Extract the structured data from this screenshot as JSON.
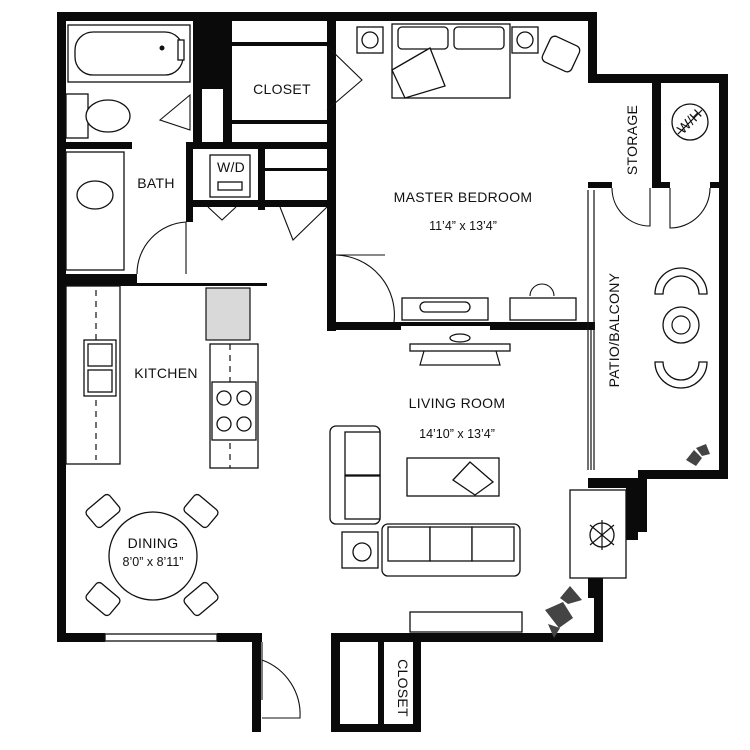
{
  "rooms": {
    "closet_top": "CLOSET",
    "master_bedroom": "MASTER BEDROOM",
    "master_bedroom_dim": "11’4” x 13’4”",
    "bath": "BATH",
    "wd": "W/D",
    "storage": "STORAGE",
    "wh": "W/H",
    "patio": "PATIO/BALCONY",
    "kitchen": "KITCHEN",
    "living_room": "LIVING ROOM",
    "living_room_dim": "14’10” x 13’4”",
    "dining": "DINING",
    "dining_dim": "8’0” x 8’11”",
    "closet_bottom": "CLOSET"
  },
  "colors": {
    "wall": "#0a0a0a",
    "fixture_fill": "#ffffff",
    "appliance_grey": "#d9d9d9"
  }
}
